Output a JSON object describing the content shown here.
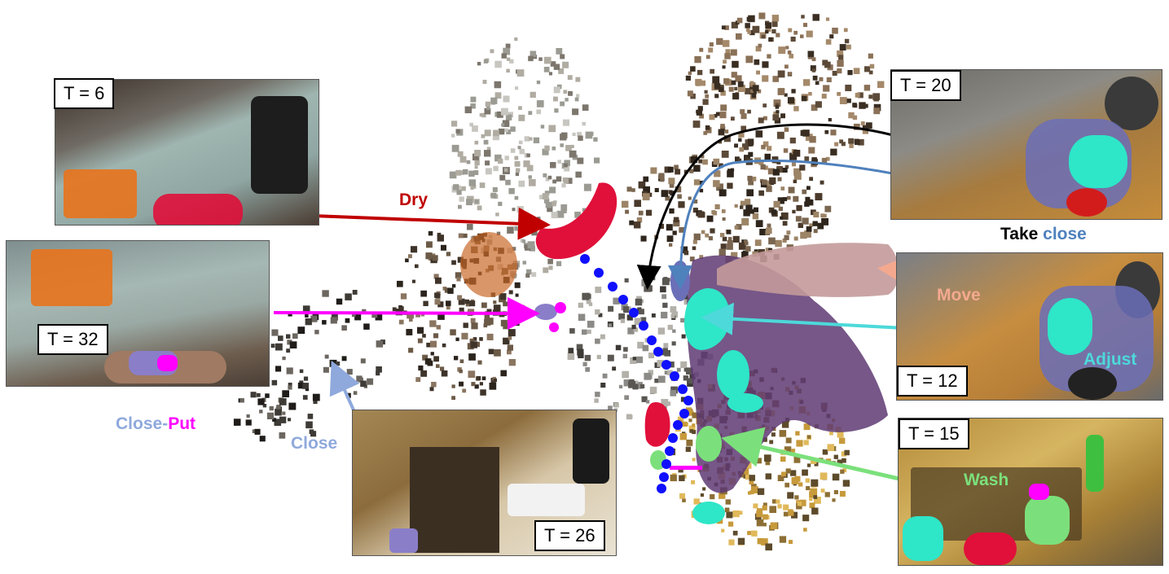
{
  "frames": [
    {
      "id": "t6",
      "time_label": "T = 6"
    },
    {
      "id": "t32",
      "time_label": "T = 32"
    },
    {
      "id": "t26",
      "time_label": "T = 26"
    },
    {
      "id": "t20",
      "time_label": "T = 20"
    },
    {
      "id": "t12",
      "time_label": "T = 12"
    },
    {
      "id": "t15",
      "time_label": "T = 15"
    }
  ],
  "labels": {
    "dry": "Dry",
    "take": "Take",
    "close_top": "close",
    "move": "Move",
    "adjust": "Adjust",
    "wash": "Wash",
    "close_left": "Close",
    "close_put_a": "Close-",
    "close_put_b": "Put"
  },
  "colors": {
    "dry": "#c00000",
    "take": "#000000",
    "close": "#4f81bd",
    "move": "#f4a98f",
    "adjust": "#4dd9d9",
    "wash": "#7be07b",
    "put": "#ff00ff",
    "close_light": "#8fa9dc",
    "trajectory": "#1010ff",
    "purple_region": "#5e3a73"
  }
}
